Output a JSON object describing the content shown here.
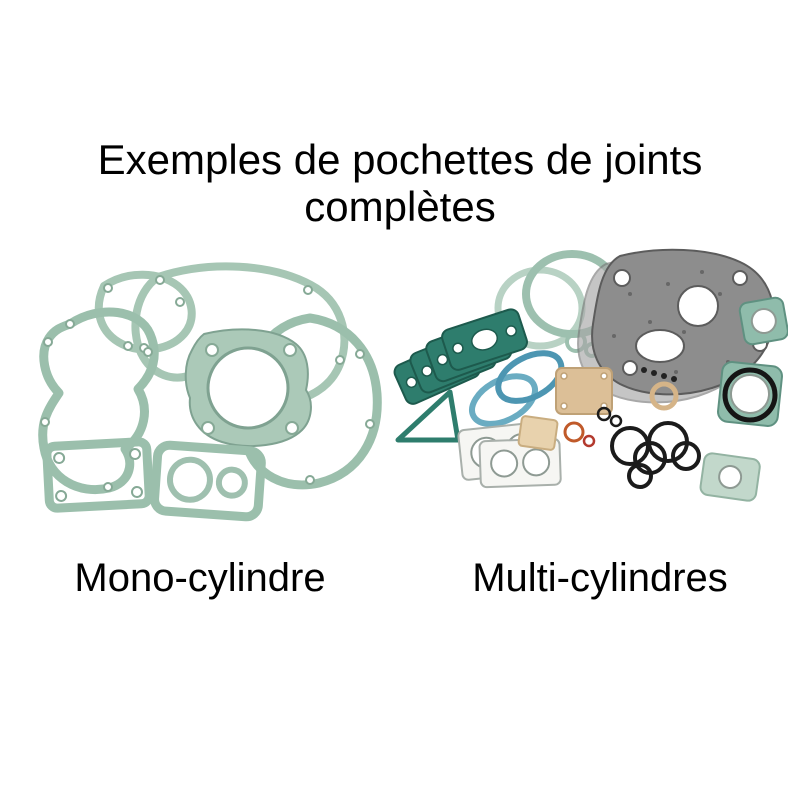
{
  "page": {
    "background_color": "#ffffff",
    "title": {
      "line1": "Exemples de pochettes de joints",
      "line2": "complètes"
    },
    "figures": [
      {
        "id": "mono",
        "label": "Mono-cylindre",
        "illustration": "mono-cylinder-complete-gasket-kit"
      },
      {
        "id": "multi",
        "label": "Multi-cylindres",
        "illustration": "multi-cylinder-complete-gasket-kit"
      }
    ],
    "colors": {
      "text": "#000000",
      "gasket_sage": "#a6c6b4",
      "gasket_sage_dark": "#7fa291",
      "gasket_teal": "#2e7d6d",
      "gasket_light_blue": "#6aacc2",
      "gasket_gray": "#8d8d8d",
      "gasket_tan": "#dcbf97",
      "o_ring_black": "#1b1b1b",
      "o_ring_orange": "#c05a2a"
    }
  }
}
